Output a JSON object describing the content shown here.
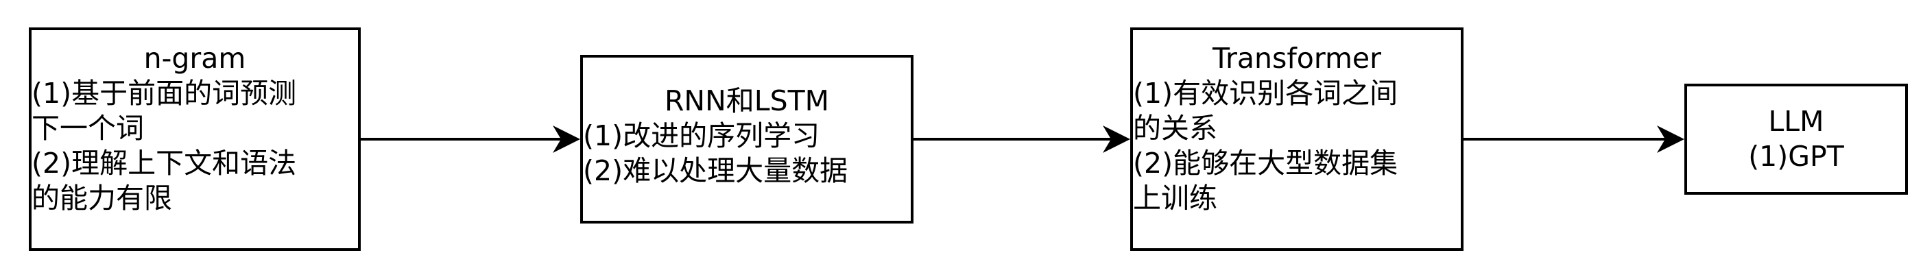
{
  "diagram": {
    "nodes": [
      {
        "title": "n-gram",
        "lines": [
          "(1)基于前面的词预测",
          "下一个词",
          "(2)理解上下文和语法",
          "的能力有限"
        ]
      },
      {
        "title": "RNN和LSTM",
        "lines": [
          "(1)改进的序列学习",
          "(2)难以处理大量数据"
        ]
      },
      {
        "title": "Transformer",
        "lines": [
          "(1)有效识别各词之间",
          "的关系",
          "(2)能够在大型数据集",
          "上训练"
        ]
      },
      {
        "title": "LLM",
        "lines": [
          "(1)GPT"
        ]
      }
    ],
    "edges": [
      {
        "from": 0,
        "to": 1
      },
      {
        "from": 1,
        "to": 2
      },
      {
        "from": 2,
        "to": 3
      }
    ]
  }
}
